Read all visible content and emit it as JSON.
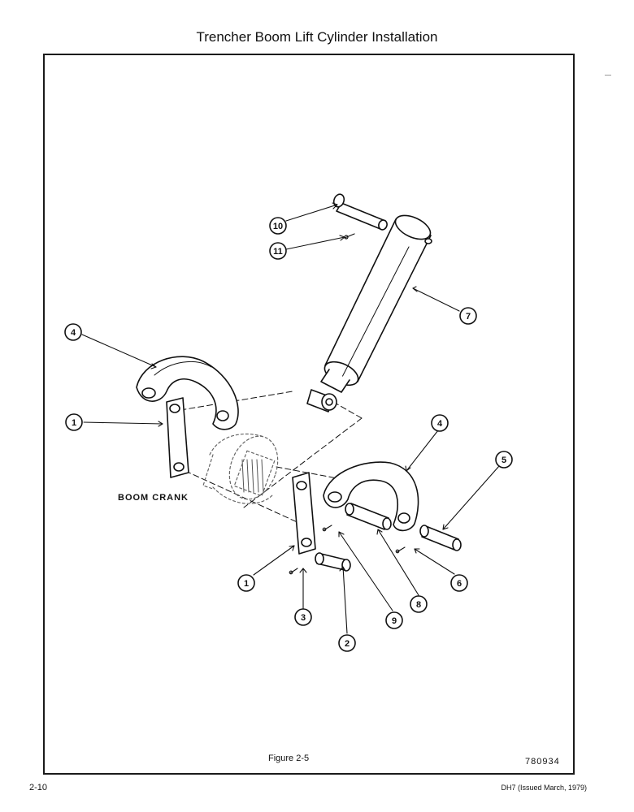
{
  "page": {
    "title": "Trencher Boom Lift Cylinder Installation",
    "figure_caption": "Figure 2-5",
    "drawing_number": "780934",
    "page_number": "2-10",
    "document_reference": "DH7 (Issued March, 1979)"
  },
  "figure": {
    "label_text": "BOOM CRANK",
    "callouts": [
      "1",
      "2",
      "3",
      "4",
      "5",
      "6",
      "7",
      "8",
      "9",
      "10",
      "11"
    ]
  }
}
